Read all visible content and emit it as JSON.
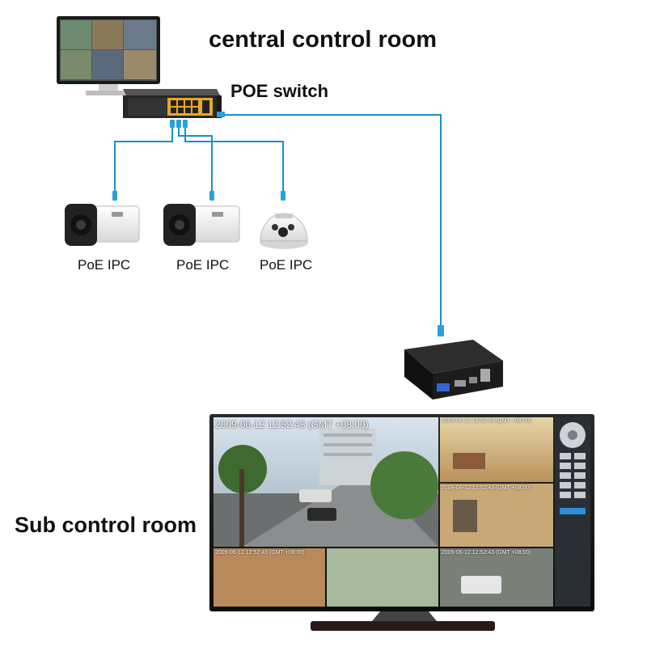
{
  "central_room": {
    "title": "central control room"
  },
  "poe_switch": {
    "label": "POE switch"
  },
  "sub_room": {
    "title": "Sub control room"
  },
  "cameras": [
    {
      "label": "PoE IPC",
      "kind": "bullet"
    },
    {
      "label": "PoE IPC",
      "kind": "bullet"
    },
    {
      "label": "PoE IPC",
      "kind": "dome"
    }
  ],
  "screen": {
    "main_timestamp": "2009-06-12 12:52:43 (GMT +08:00)",
    "small_timestamp": "2009-06-12 12:52:43 (GMT +08:00)"
  },
  "colors": {
    "cable": "#1a8fc8",
    "connector": "#2aa0d8",
    "device_dark": "#1c1c1c",
    "switch_front": "#f0b020"
  }
}
